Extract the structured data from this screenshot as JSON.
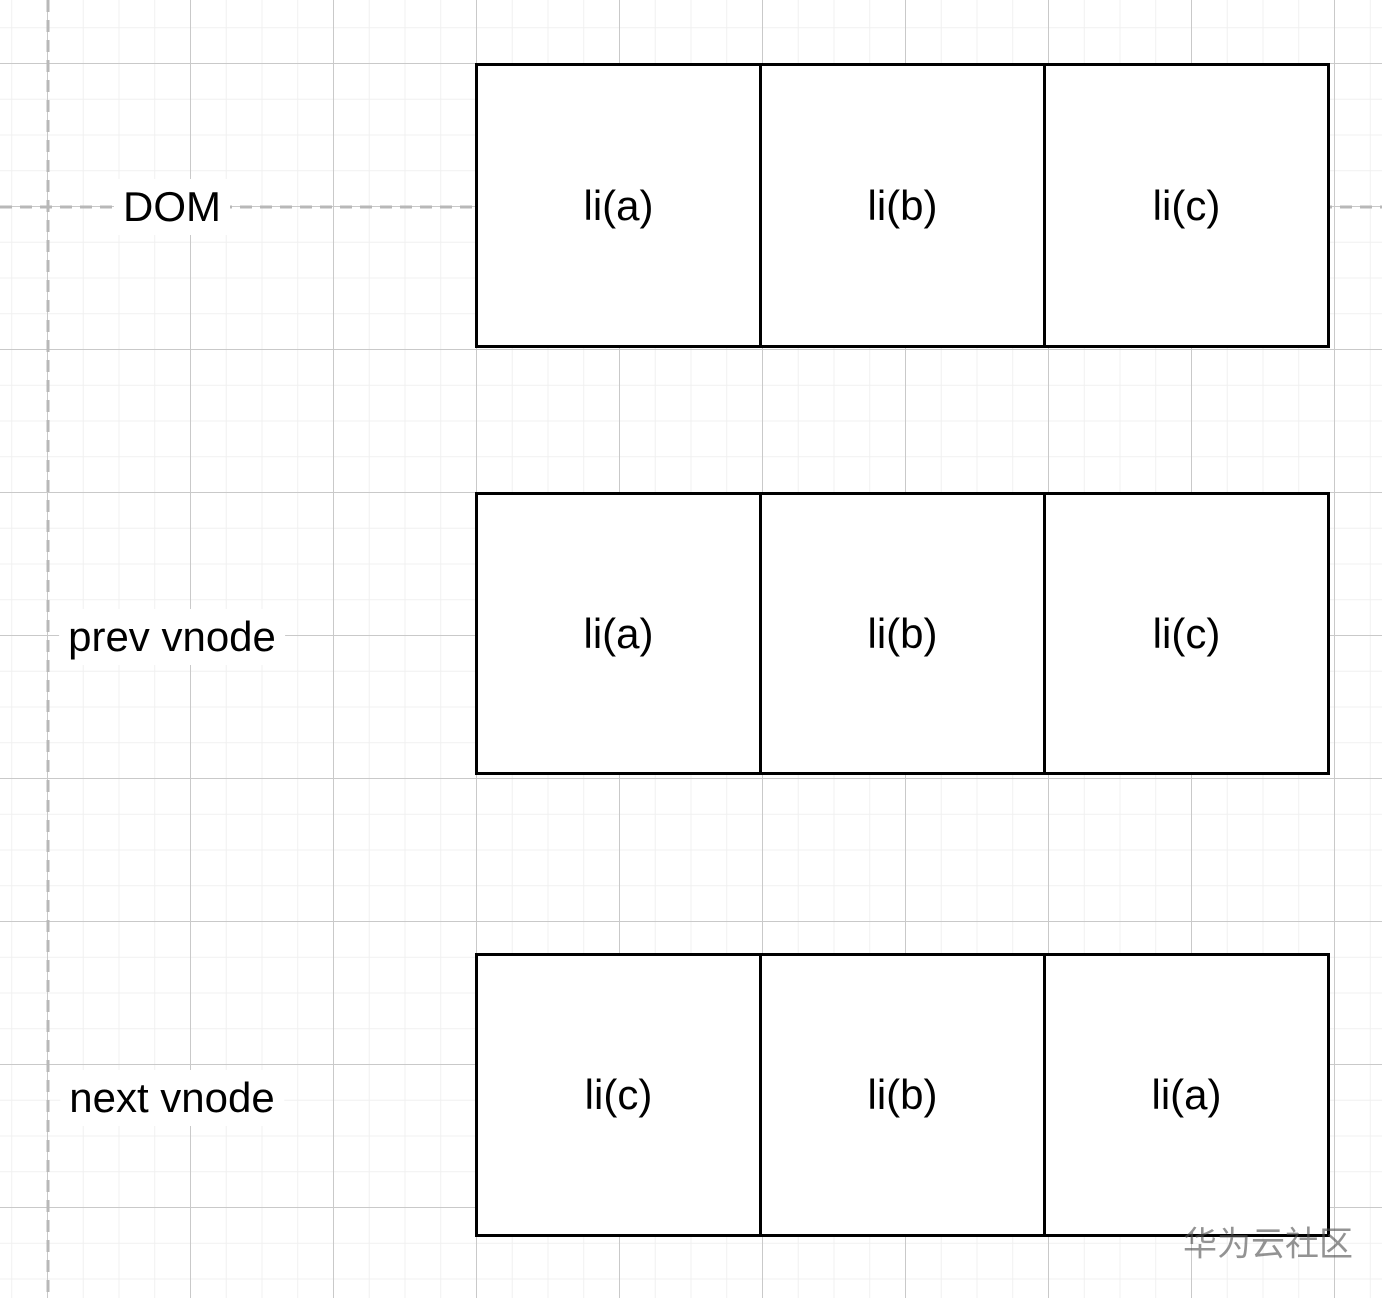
{
  "diagram": {
    "rows": [
      {
        "id": "dom",
        "label": "DOM",
        "cells": [
          "li(a)",
          "li(b)",
          "li(c)"
        ]
      },
      {
        "id": "prev",
        "label": "prev vnode",
        "cells": [
          "li(a)",
          "li(b)",
          "li(c)"
        ]
      },
      {
        "id": "next",
        "label": "next vnode",
        "cells": [
          "li(c)",
          "li(b)",
          "li(a)"
        ]
      }
    ]
  },
  "watermark": "华为云社区",
  "colors": {
    "ink": "#000000",
    "grid-minor": "#f0f0f0",
    "grid-major": "#c9c9c9",
    "guide": "#b8b8b8"
  }
}
